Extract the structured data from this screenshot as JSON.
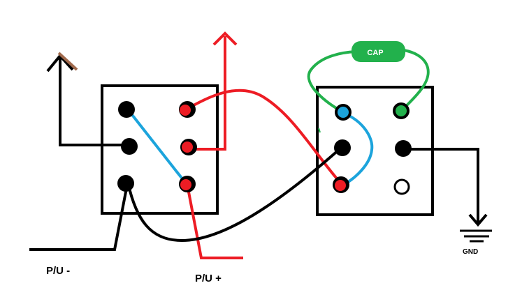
{
  "labels": {
    "cap": "CAP",
    "pu_minus": "P/U -",
    "pu_plus": "P/U +",
    "gnd": "GND"
  },
  "colors": {
    "black": "#000000",
    "red": "#ed1c24",
    "blue": "#1ca4dc",
    "green": "#22b14c",
    "brown": "#a0694c",
    "white": "#ffffff"
  }
}
